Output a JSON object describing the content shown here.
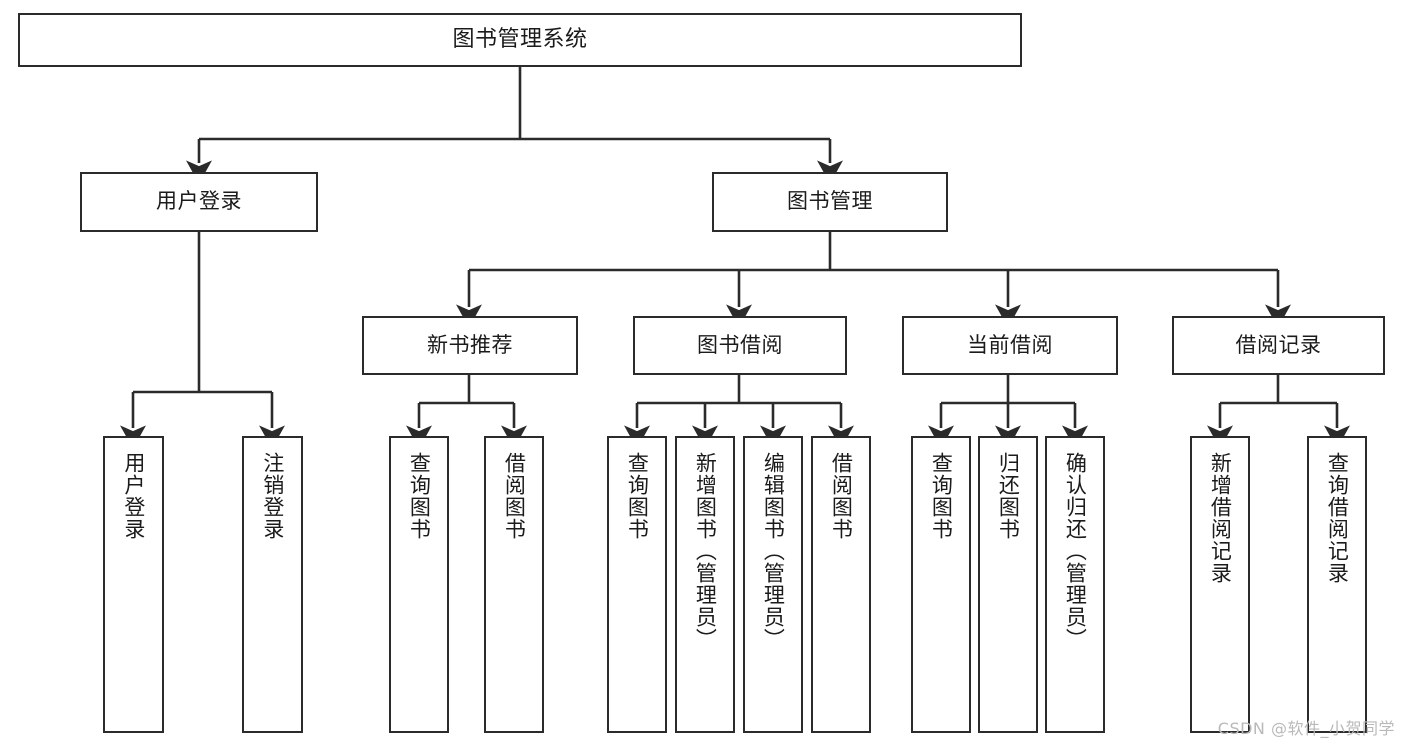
{
  "diagram": {
    "type": "tree",
    "title": "图书管理系统",
    "colors": {
      "stroke": "#2b2b2b",
      "fill": "#ffffff",
      "text": "#1b1b1b",
      "watermark": "#b9b9b9"
    },
    "root": {
      "label": "图书管理系统"
    },
    "level2": [
      {
        "label": "用户登录"
      },
      {
        "label": "图书管理"
      }
    ],
    "level3": [
      {
        "label": "新书推荐"
      },
      {
        "label": "图书借阅"
      },
      {
        "label": "当前借阅"
      },
      {
        "label": "借阅记录"
      }
    ],
    "leaves": {
      "user_login": [
        {
          "label": "用户登录"
        },
        {
          "label": "注销登录"
        }
      ],
      "new_book_recommend": [
        {
          "label": "查询图书"
        },
        {
          "label": "借阅图书"
        }
      ],
      "book_borrow": [
        {
          "label": "查询图书"
        },
        {
          "label": "新增图书（管理员）"
        },
        {
          "label": "编辑图书（管理员）"
        },
        {
          "label": "借阅图书"
        }
      ],
      "current_borrow": [
        {
          "label": "查询图书"
        },
        {
          "label": "归还图书"
        },
        {
          "label": "确认归还（管理员）"
        }
      ],
      "borrow_record": [
        {
          "label": "新增借阅记录"
        },
        {
          "label": "查询借阅记录"
        }
      ]
    }
  },
  "watermark": {
    "text": "CSDN @软件_小贺同学"
  }
}
